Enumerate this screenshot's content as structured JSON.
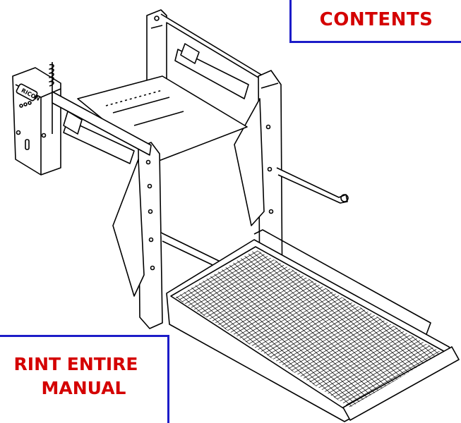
{
  "nav": {
    "contents_label": "CONTENTS",
    "print_label_line1": "RINT ENTIRE",
    "print_label_line2": "MANUAL"
  },
  "illustration": {
    "control_box_label": "RICON"
  },
  "colors": {
    "button_border": "#1c1cc8",
    "button_text": "#d40000",
    "line_art": "#000000"
  }
}
